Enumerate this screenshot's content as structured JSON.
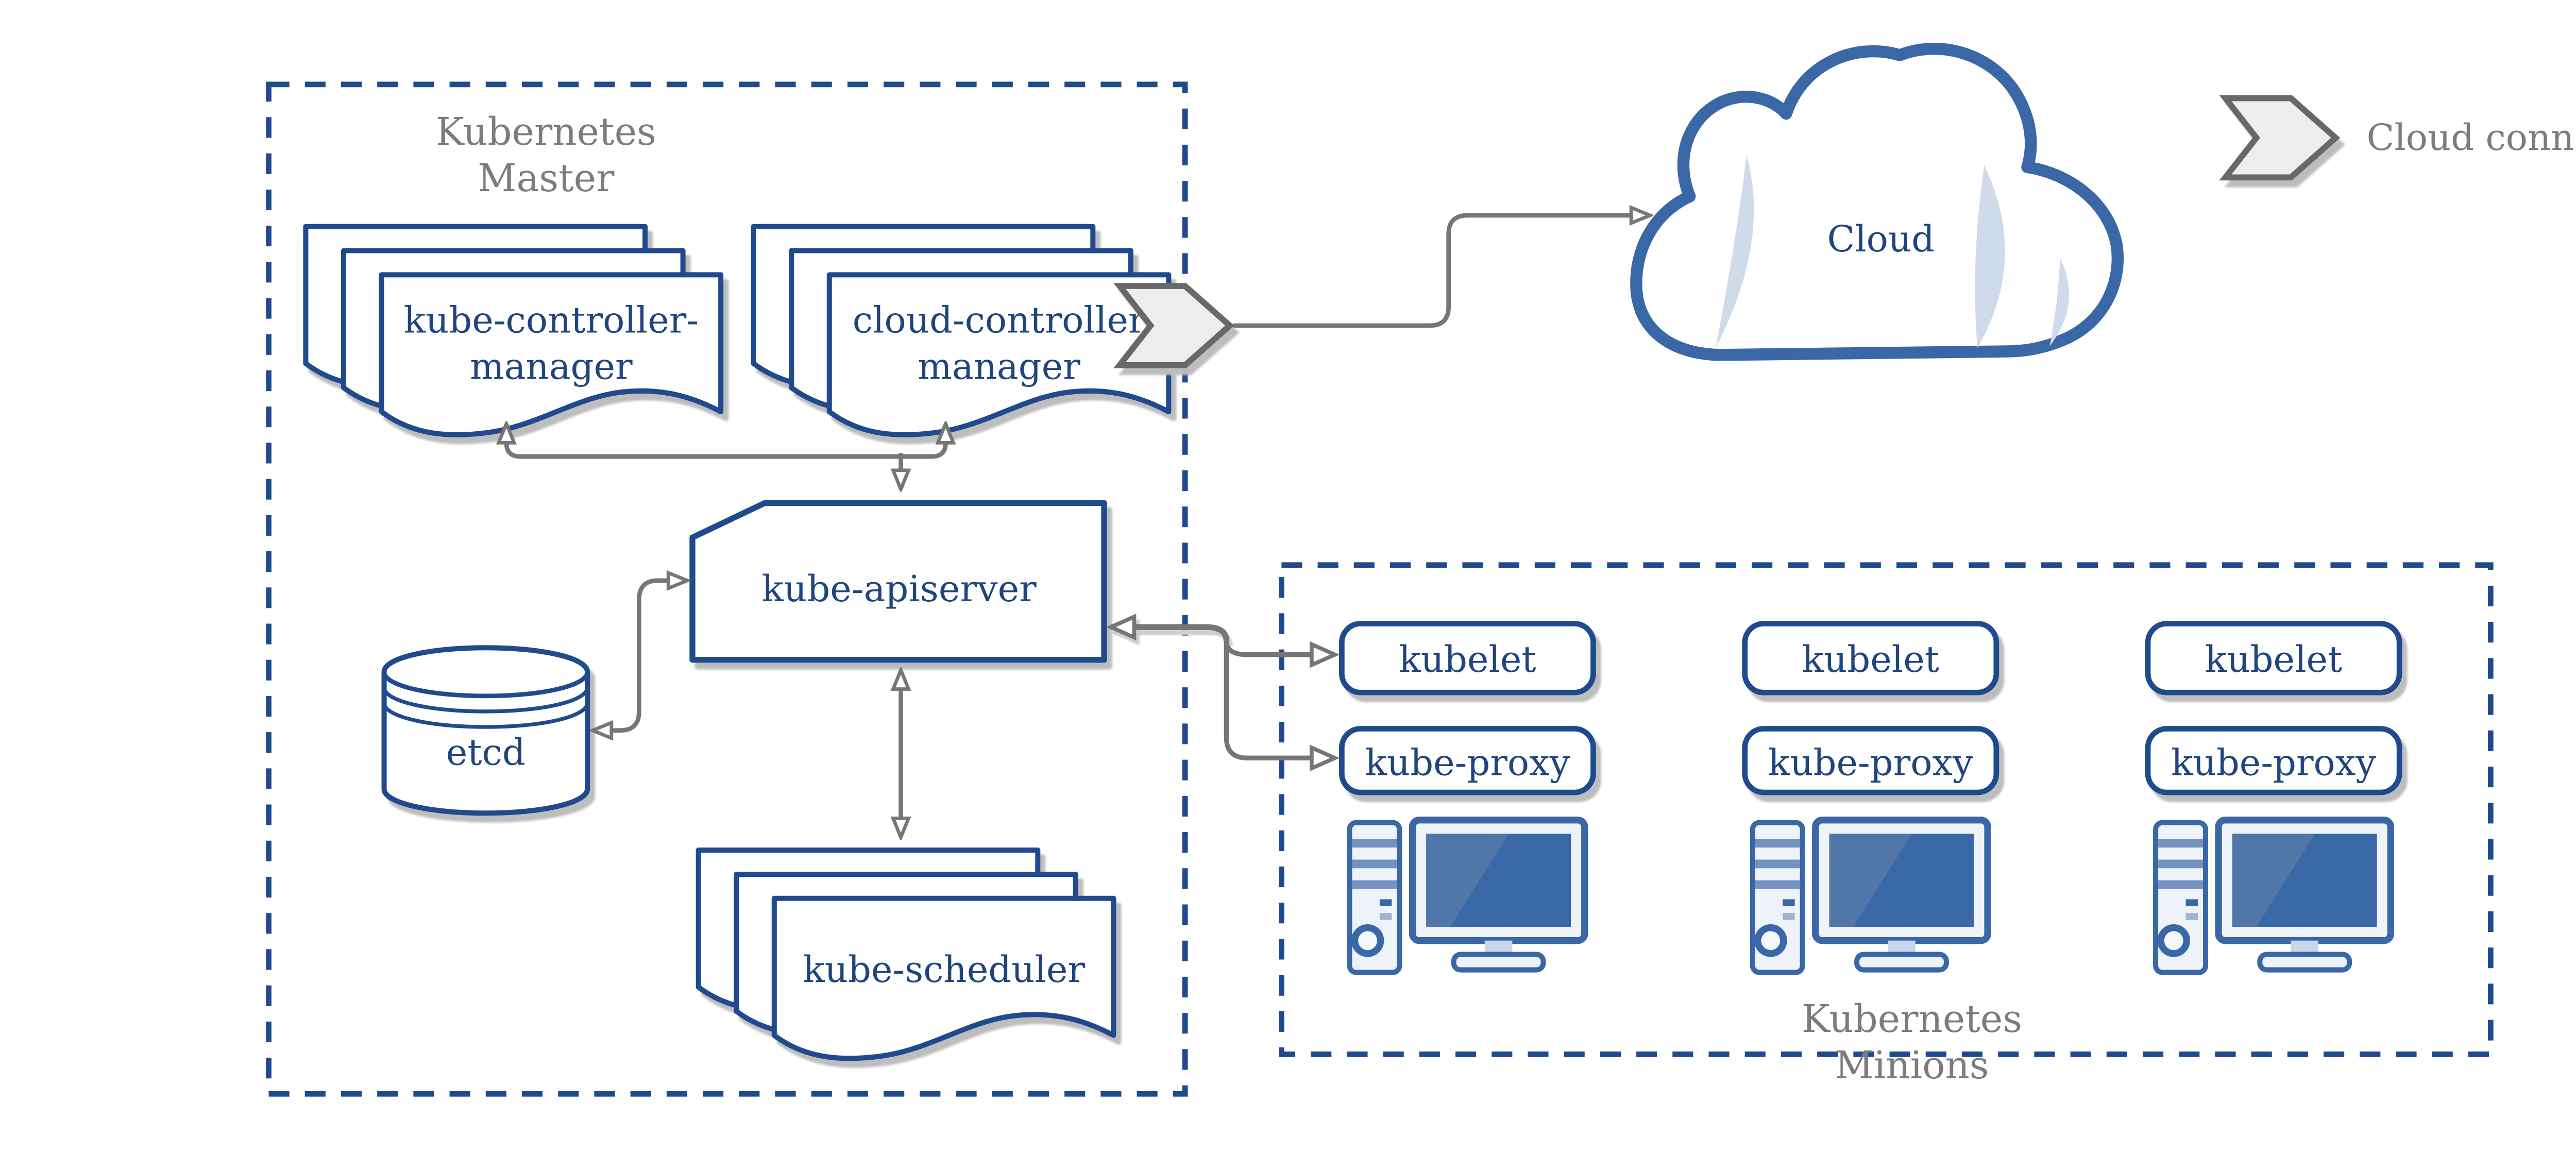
{
  "master": {
    "title_line1": "Kubernetes",
    "title_line2": "Master",
    "kube_controller_manager_line1": "kube-controller-",
    "kube_controller_manager_line2": "manager",
    "cloud_controller_manager_line1": "cloud-controller",
    "cloud_controller_manager_line2": "manager",
    "kube_apiserver": "kube-apiserver",
    "etcd": "etcd",
    "kube_scheduler": "kube-scheduler"
  },
  "cloud": {
    "label": "Cloud"
  },
  "legend": {
    "label": "Cloud connector"
  },
  "minions": {
    "title_line1": "Kubernetes",
    "title_line2": "Minions",
    "nodes": [
      {
        "kubelet": "kubelet",
        "kube_proxy": "kube-proxy"
      },
      {
        "kubelet": "kubelet",
        "kube_proxy": "kube-proxy"
      },
      {
        "kubelet": "kubelet",
        "kube_proxy": "kube-proxy"
      }
    ]
  },
  "colors": {
    "navy_border": "#1F4B8E",
    "navy_text": "#20457E",
    "steel_blue": "#3A67A6",
    "screen_blue": "#3A67A6",
    "screen_glare": "#5077A8",
    "stripe_blue": "#7392C2",
    "light_fill": "#EEF2F9",
    "cloud_shine": "#CFDAEA",
    "connector_gray": "#767676",
    "label_gray": "#7C7C7C",
    "chevron_fill": "#EDEDED",
    "chevron_stroke": "#686868",
    "shadow_gray": "#BDBDBD"
  }
}
